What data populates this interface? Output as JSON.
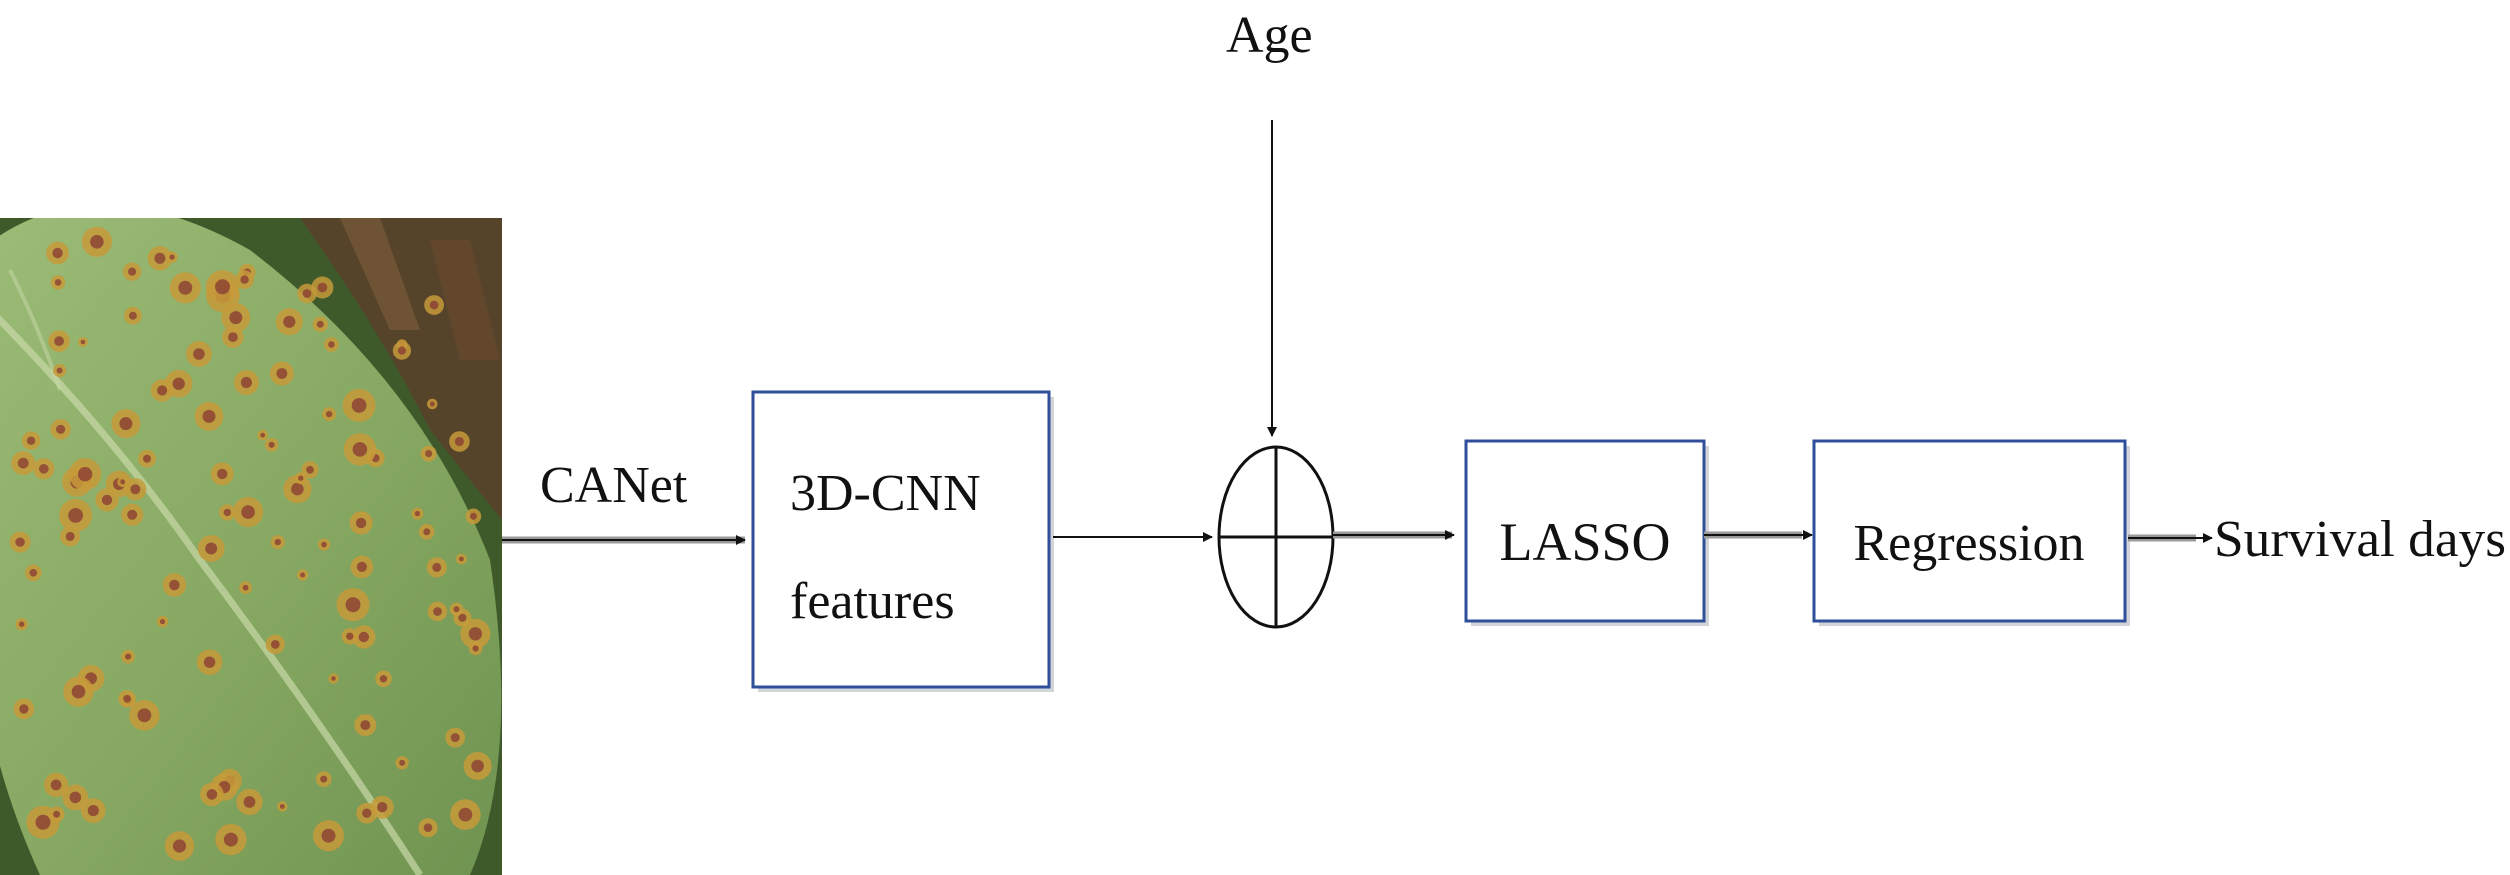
{
  "diagram": {
    "input_image": {
      "icon": "diseased-leaf-photo",
      "colors": {
        "leaf": "#8fb06a",
        "spot": "#c79a3a",
        "spot_core": "#8a3f33",
        "background": "#3f5a2a"
      }
    },
    "edges": {
      "image_to_features": "CANet"
    },
    "nodes": {
      "features": {
        "line1": "3D-CNN",
        "line2": "features"
      },
      "age": "Age",
      "combine": {
        "icon": "circle-plus-icon"
      },
      "lasso": "LASSO",
      "regression": "Regression",
      "output": "Survival days"
    },
    "colors": {
      "box_border": "#2f4f9a",
      "box_shadow": "#9aa0aa",
      "arrow": "#111111",
      "connector": "#9a9a9a",
      "text": "#111111"
    }
  }
}
